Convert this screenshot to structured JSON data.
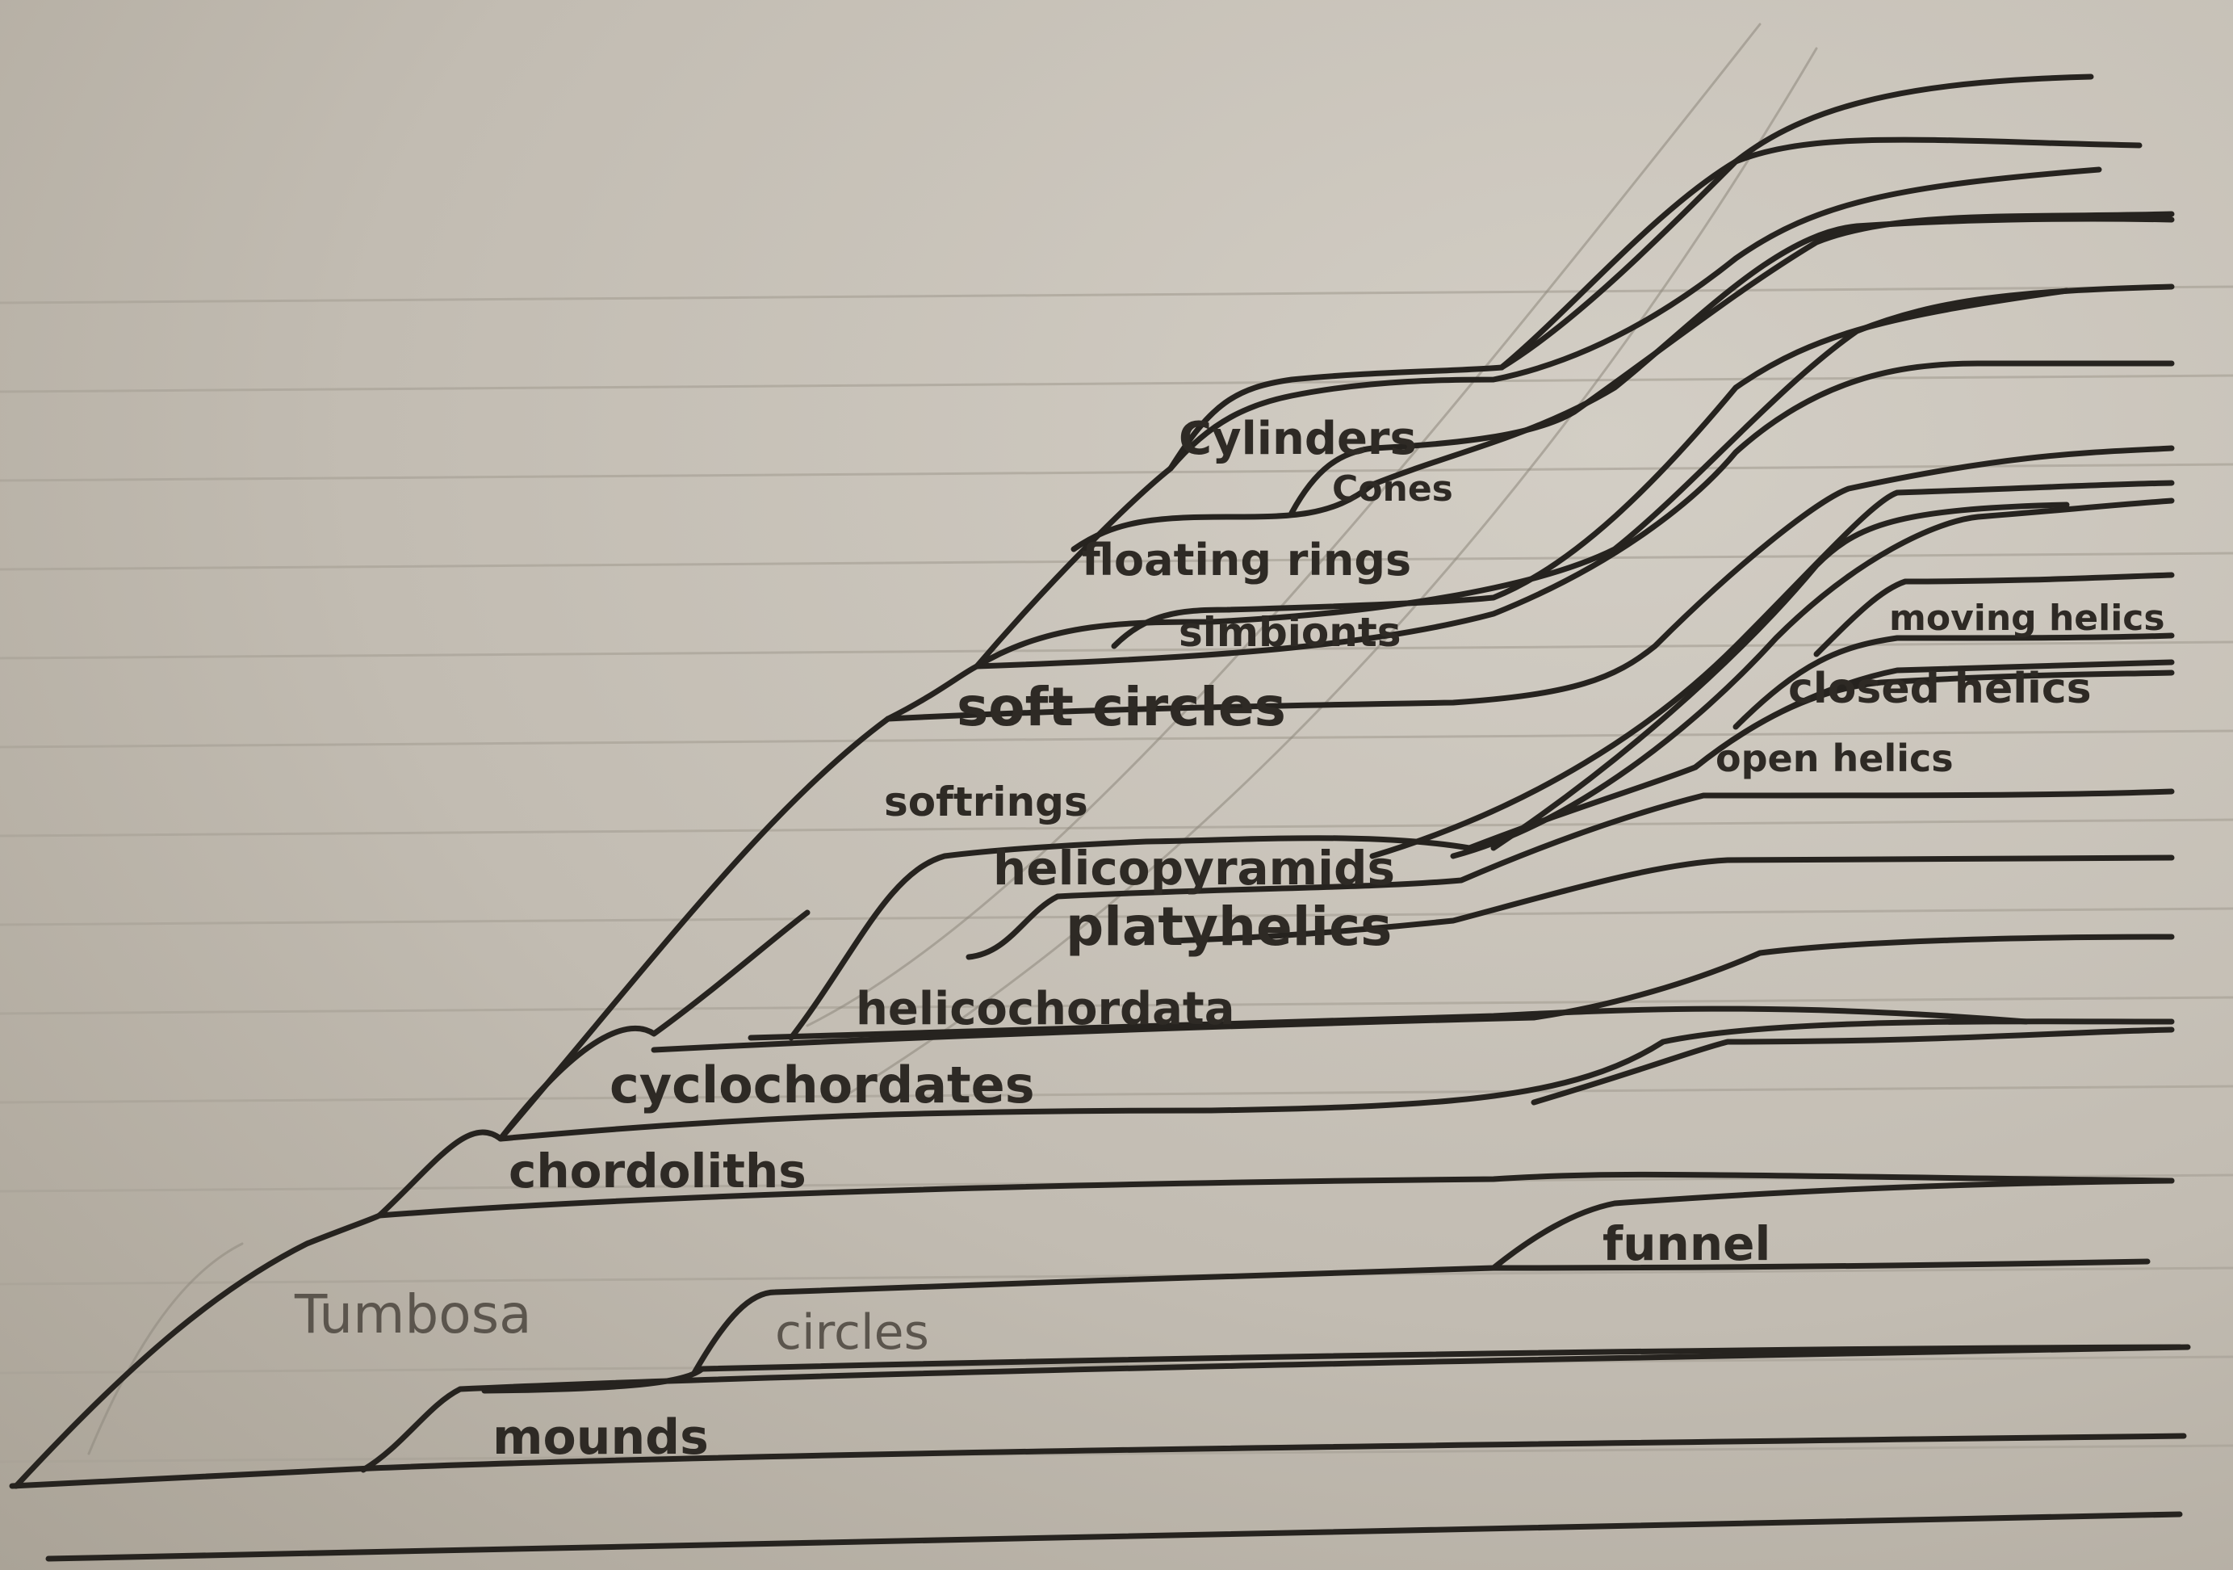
{
  "diagram": {
    "colors": {
      "paper": "#c4bfb6",
      "pencil": "#26231f",
      "faint_pencil": "#8e887d",
      "ruled": "#a9a398"
    },
    "labels": {
      "cylinders": "Cylinders",
      "cones": "Cones",
      "floating_rings": "floating rings",
      "simbionts": "simbionts",
      "soft_circles": "soft circles",
      "moving_helics": "moving helics",
      "closed_helics": "closed helics",
      "open_helics": "open helics",
      "softrings": "softrings",
      "helicopyramids": "helicopyramids",
      "platyhelics": "platyhelics",
      "helicochordata": "helicochordata",
      "cyclochordates": "cyclochordates",
      "chordoliths": "chordoliths",
      "tumbosa": "Tumbosa",
      "funnel": "funnel",
      "circles": "circles",
      "mounds": "mounds"
    }
  }
}
